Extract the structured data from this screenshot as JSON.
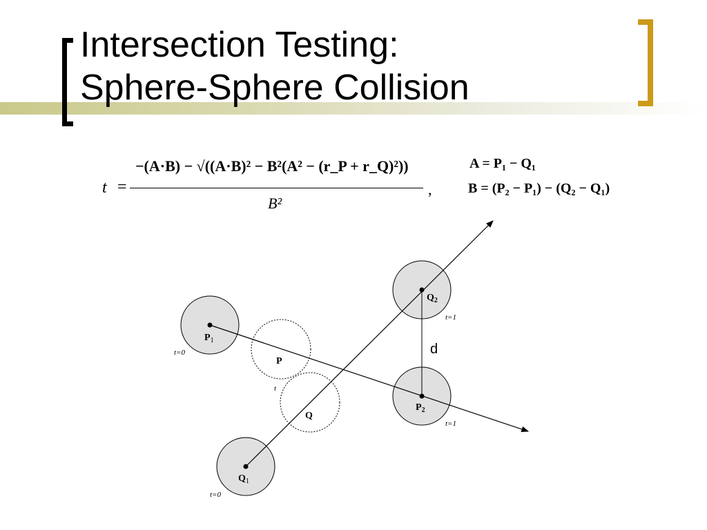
{
  "slide": {
    "title_line1": "Intersection Testing:",
    "title_line2": "Sphere-Sphere Collision"
  },
  "equation": {
    "lhs": "t",
    "equals": "=",
    "numerator": "−(A·B) − √((A·B)² − B²(A² − (r_P + r_Q)²))",
    "denominator": "B²",
    "comma": ",",
    "def_A": "A = P₁ − Q₁",
    "def_B": "B = (P₂ − P₁) − (Q₂ − Q₁)"
  },
  "diagram": {
    "labels": {
      "P1": "P",
      "P1_sub": "1",
      "t0_P": "t=0",
      "P": "P",
      "t_mid": "t",
      "Q": "Q",
      "Q1": "Q",
      "Q1_sub": "1",
      "t0_Q": "t=0",
      "Q2": "Q",
      "Q2_sub": "2",
      "t1_Q": "t=1",
      "P2": "P",
      "P2_sub": "2",
      "t1_P": "t=1",
      "d": "d"
    },
    "colors": {
      "sphere_fill": "#e0e0e0",
      "line": "#000000",
      "title_bracket_accent": "#cc9a1a",
      "title_bar": "#c9c98a"
    }
  }
}
